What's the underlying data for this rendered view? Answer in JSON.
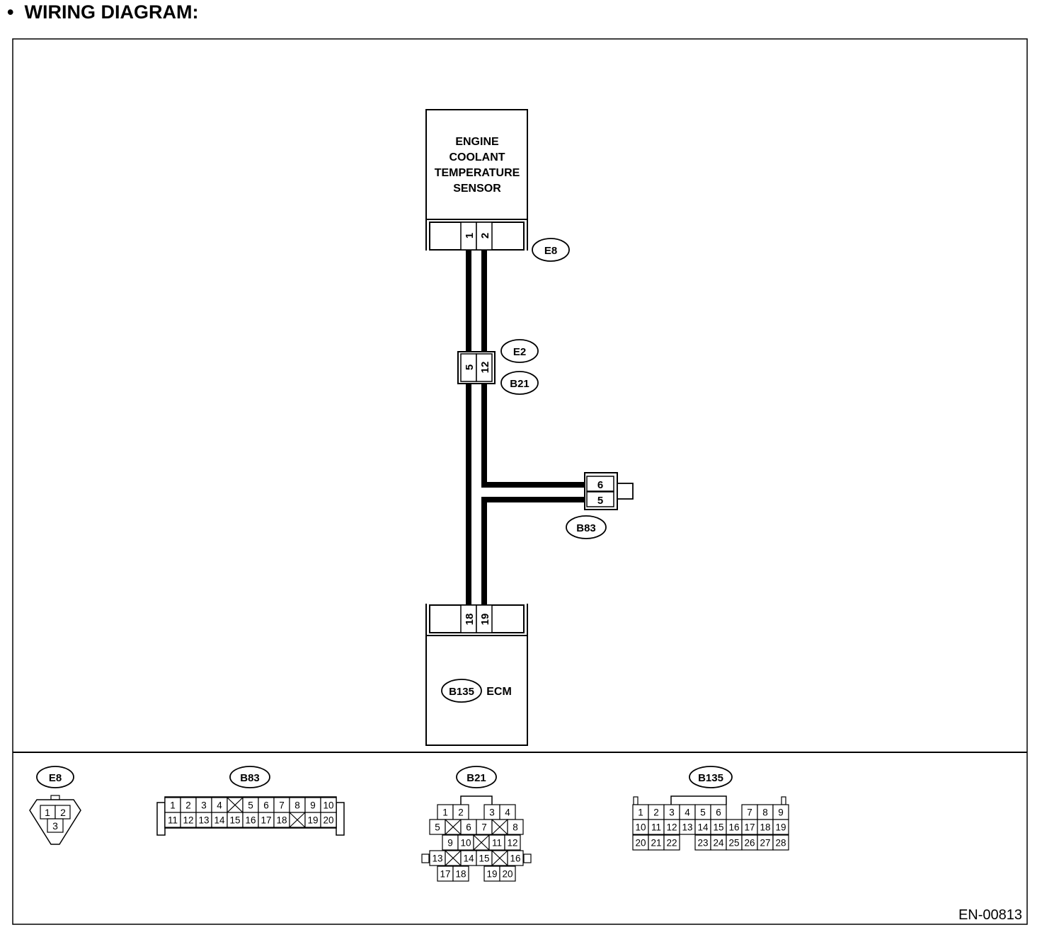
{
  "heading": {
    "bullet": "•",
    "title": "WIRING DIAGRAM:"
  },
  "components": {
    "sensor": {
      "lines": [
        "ENGINE",
        "COOLANT",
        "TEMPERATURE",
        "SENSOR"
      ],
      "connector": "E8",
      "pins": [
        "1",
        "2"
      ]
    },
    "joint": {
      "connector_top": "E2",
      "connector_bottom": "B21",
      "pins": [
        "5",
        "12"
      ]
    },
    "b83_conn": {
      "connector": "B83",
      "pins": [
        "6",
        "5"
      ]
    },
    "ecm": {
      "connector": "B135",
      "label": "ECM",
      "pins": [
        "18",
        "19"
      ]
    }
  },
  "connector_views": {
    "e8": {
      "tag": "E8",
      "cells": [
        "1",
        "2",
        "3"
      ]
    },
    "b83": {
      "tag": "B83",
      "row1": [
        "1",
        "2",
        "3",
        "4",
        "",
        "5",
        "6",
        "7",
        "8",
        "9",
        "10"
      ],
      "row2": [
        "11",
        "12",
        "13",
        "14",
        "15",
        "16",
        "17",
        "18",
        "",
        "19",
        "20"
      ]
    },
    "b21": {
      "tag": "B21",
      "row1": [
        "1",
        "2",
        "3",
        "4"
      ],
      "row2": [
        "5",
        "",
        "6",
        "7",
        "",
        "8"
      ],
      "row3": [
        "9",
        "10",
        "",
        "11",
        "12"
      ],
      "row4": [
        "13",
        "",
        "14",
        "15",
        "",
        "16"
      ],
      "row5": [
        "17",
        "18",
        "19",
        "20"
      ]
    },
    "b135": {
      "tag": "B135",
      "row1": [
        "1",
        "2",
        "3",
        "4",
        "5",
        "6",
        "",
        "7",
        "8",
        "9"
      ],
      "row2": [
        "10",
        "11",
        "12",
        "13",
        "14",
        "15",
        "16",
        "17",
        "18",
        "19"
      ],
      "row3": [
        "20",
        "21",
        "22",
        "",
        "23",
        "24",
        "25",
        "26",
        "27",
        "28"
      ]
    }
  },
  "figure_code": "EN-00813"
}
